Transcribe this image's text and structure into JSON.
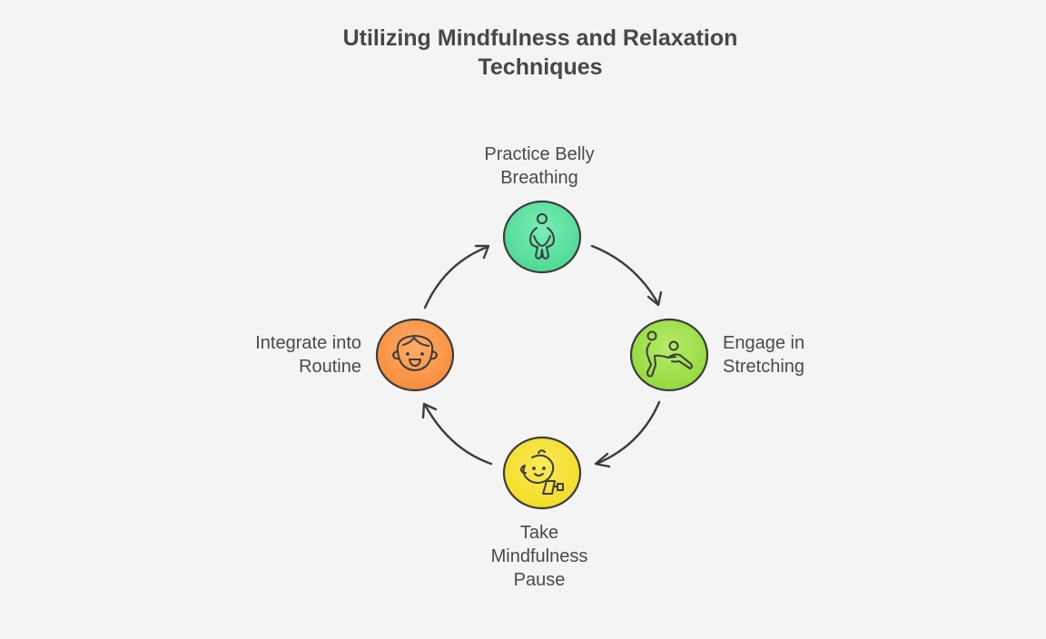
{
  "title": {
    "line1": "Utilizing Mindfulness and Relaxation",
    "line2": "Techniques"
  },
  "steps": [
    {
      "id": "belly-breathing",
      "label_lines": [
        "Practice Belly",
        "Breathing"
      ],
      "icon": "seated-person-icon",
      "color": "#5fe3a1",
      "position": "top"
    },
    {
      "id": "stretching",
      "label_lines": [
        "Engage in",
        "Stretching"
      ],
      "icon": "stretching-people-icon",
      "color": "#a2e34f",
      "position": "right"
    },
    {
      "id": "mindfulness-pause",
      "label_lines": [
        "Take",
        "Mindfulness",
        "Pause"
      ],
      "icon": "baby-face-icon",
      "color": "#f7e23b",
      "position": "bottom"
    },
    {
      "id": "integrate-routine",
      "label_lines": [
        "Integrate into",
        "Routine"
      ],
      "icon": "child-face-icon",
      "color": "#fb9a4e",
      "position": "left"
    }
  ],
  "flow": "clockwise",
  "colors": {
    "background": "#f4f4f4",
    "text": "#4a4a4a",
    "stroke": "#3c3c3c"
  }
}
